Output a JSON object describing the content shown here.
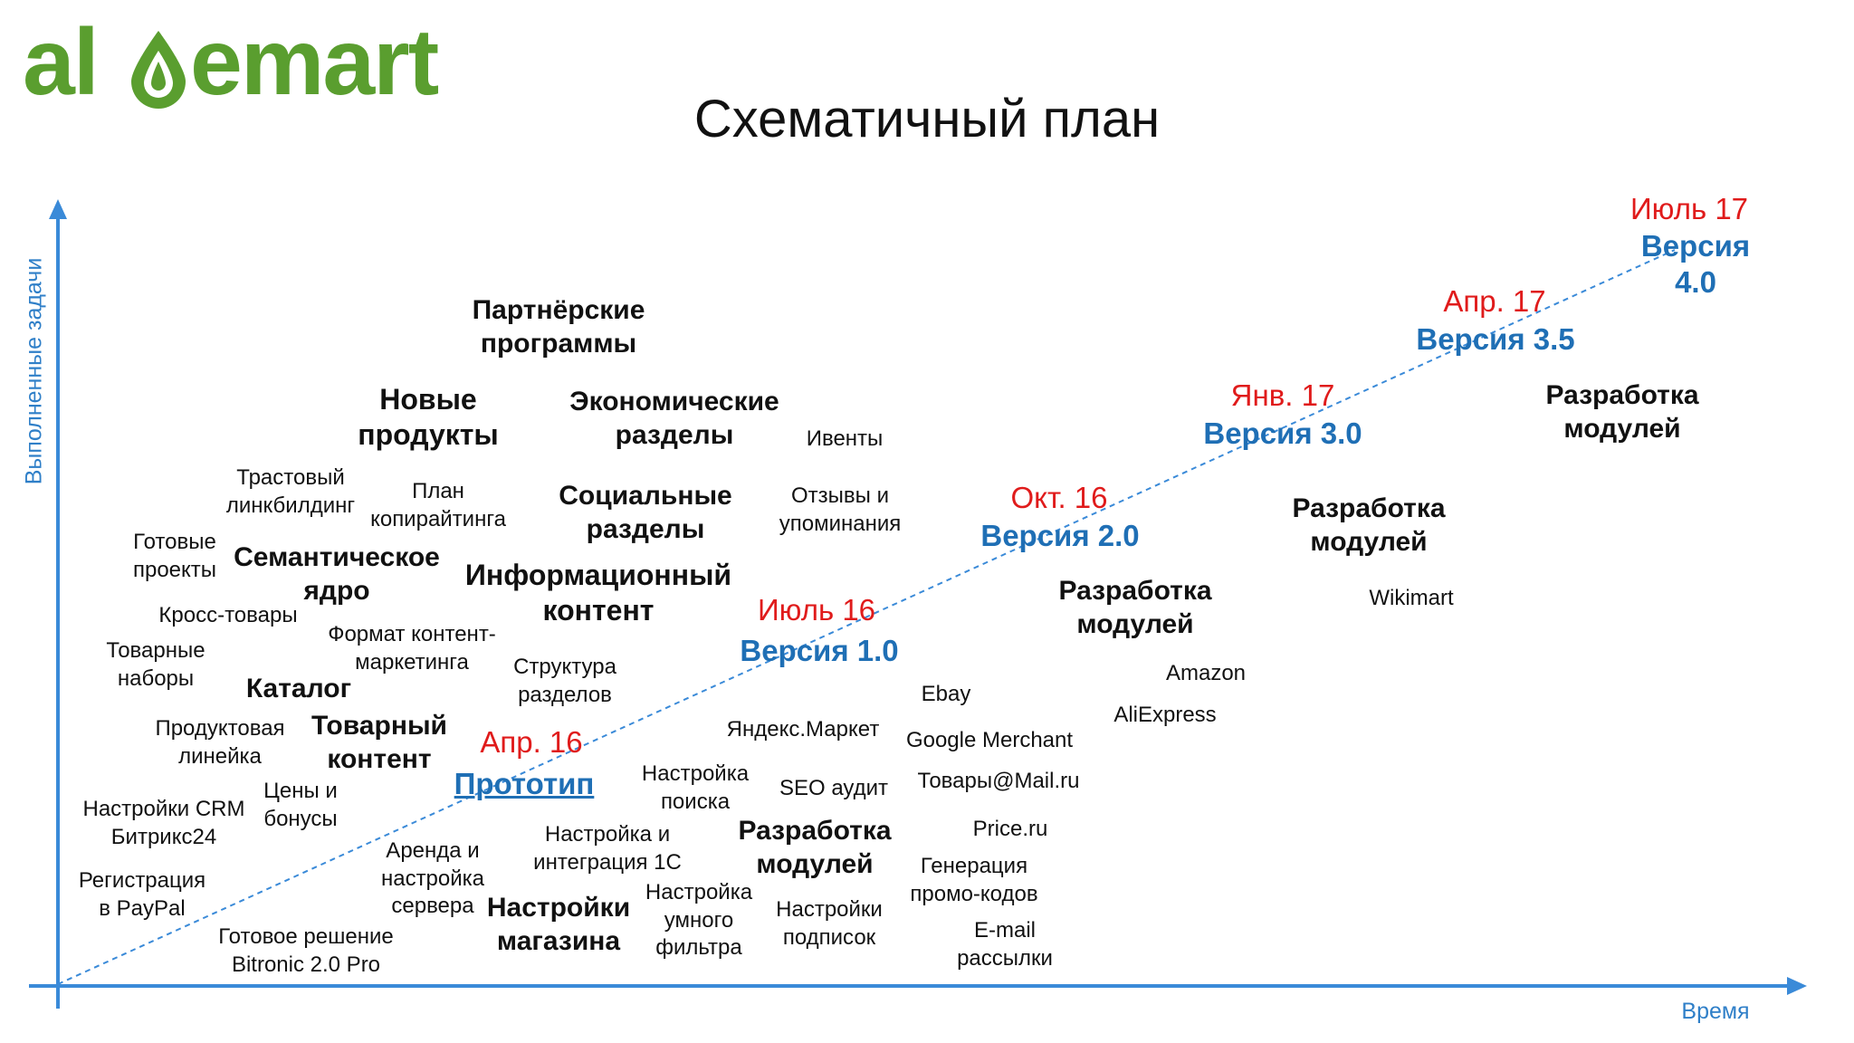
{
  "logo": {
    "text": "aloemart",
    "colors": {
      "green": "#5a9e2f",
      "gray": "#6b6b6b"
    }
  },
  "title": "Схематичный план",
  "axes": {
    "y_label": "Выполненные задачи",
    "x_label": "Время",
    "color": "#3a8ad8"
  },
  "milestones": {
    "apr16": {
      "date": "Апр. 16",
      "version": "Прототип"
    },
    "jul16": {
      "date": "Июль 16",
      "version": "Версия 1.0"
    },
    "oct16": {
      "date": "Окт. 16",
      "version": "Версия 2.0"
    },
    "jan17": {
      "date": "Янв. 17",
      "version": "Версия 3.0"
    },
    "apr17": {
      "date": "Апр. 17",
      "version": "Версия 3.5"
    },
    "jul17": {
      "date": "Июль 17",
      "version": "Версия 4.0"
    }
  },
  "tasks": {
    "partner": "Партнёрские\nпрограммы",
    "new_products": "Новые\nпродукты",
    "economic": "Экономические\nразделы",
    "events": "Ивенты",
    "trust": "Трастовый\nлинкбилдинг",
    "copy_plan": "План\nкопирайтинга",
    "social": "Социальные\nразделы",
    "reviews": "Отзывы и\nупоминания",
    "ready_projects": "Готовые\nпроекты",
    "semantic": "Семантическое\nядро",
    "info_content": "Информационный\nконтент",
    "cross": "Кросс-товары",
    "format": "Формат контент-\nмаркетинга",
    "bundles": "Товарные\nнаборы",
    "structure": "Структура\nразделов",
    "catalog": "Каталог",
    "ebay": "Ebay",
    "line": "Продуктовая\nлинейка",
    "product_content": "Товарный\nконтент",
    "yandex": "Яндекс.Маркет",
    "google": "Google Merchant",
    "prices": "Цены и\nбонусы",
    "search": "Настройка\nпоиска",
    "seo": "SEO аудит",
    "mailru": "Товары@Mail.ru",
    "crm": "Настройки CRM\nБитрикс24",
    "rent": "Аренда и\nнастройка\nсервера",
    "int1c": "Настройка и\nинтеграция 1С",
    "dev_modules_1": "Разработка\nмодулей",
    "price_ru": "Price.ru",
    "paypal": "Регистрация\nв PayPal",
    "shop_settings": "Настройки\nмагазина",
    "smart_filter": "Настройка\nумного\nфильтра",
    "subs": "Настройки\nподписок",
    "promo": "Генерация\nпромо-кодов",
    "ready_solution": "Готовое решение\nBitronic 2.0 Pro",
    "email": "E-mail\nрассылки",
    "dev_modules_2": "Разработка\nмодулей",
    "amazon": "Amazon",
    "aliexpress": "AliExpress",
    "dev_modules_3": "Разработка\nмодулей",
    "wikimart": "Wikimart",
    "dev_modules_4": "Разработка\nмодулей"
  }
}
